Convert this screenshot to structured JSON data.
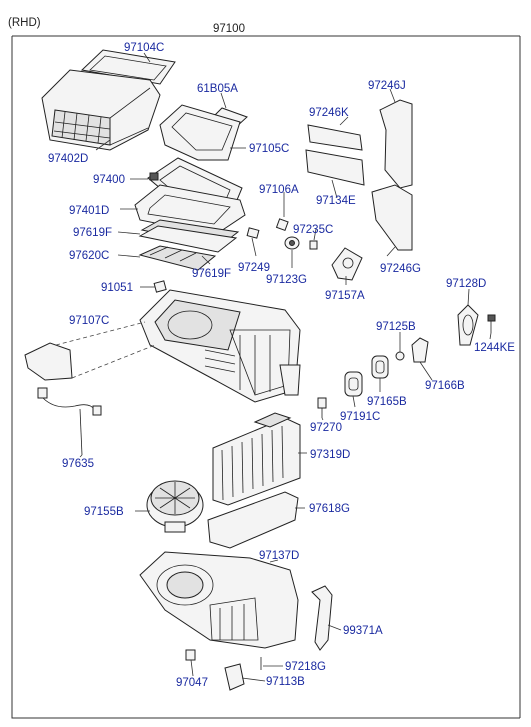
{
  "variant": "(RHD)",
  "assembly_number": "97100",
  "labels": {
    "p97104C": "97104C",
    "p61B05A": "61B05A",
    "p97402D": "97402D",
    "p97105C": "97105C",
    "p97246K": "97246K",
    "p97246J": "97246J",
    "p97400": "97400",
    "p97106A": "97106A",
    "p97134E": "97134E",
    "p97401D": "97401D",
    "p97235C": "97235C",
    "p97619F_a": "97619F",
    "p97246G": "97246G",
    "p97620C": "97620C",
    "p97249": "97249",
    "p97123G": "97123G",
    "p97619F_b": "97619F",
    "p91051": "91051",
    "p97157A": "97157A",
    "p97128D": "97128D",
    "p97107C": "97107C",
    "p97125B": "97125B",
    "p1244KE": "1244KE",
    "p97166B": "97166B",
    "p97165B": "97165B",
    "p97191C": "97191C",
    "p97270": "97270",
    "p97635": "97635",
    "p97319D": "97319D",
    "p97155B": "97155B",
    "p97618G": "97618G",
    "p97137D": "97137D",
    "p99371A": "99371A",
    "p97218G": "97218G",
    "p97047": "97047",
    "p97113B": "97113B"
  }
}
